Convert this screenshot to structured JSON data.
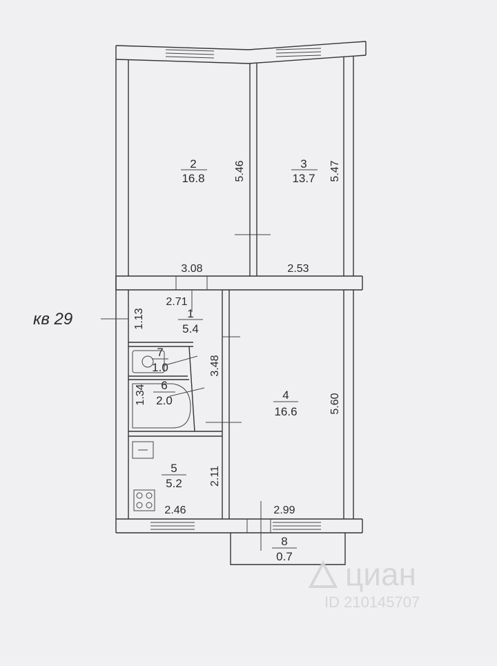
{
  "apartment_label": "кв 29",
  "rooms": [
    {
      "number": "2",
      "area": "16.8"
    },
    {
      "number": "3",
      "area": "13.7"
    },
    {
      "number": "1",
      "area": "5.4"
    },
    {
      "number": "7",
      "area": "1.0"
    },
    {
      "number": "6",
      "area": "2.0"
    },
    {
      "number": "4",
      "area": "16.6"
    },
    {
      "number": "5",
      "area": "5.2"
    },
    {
      "number": "8",
      "area": "0.7"
    }
  ],
  "dimensions": [
    "5.46",
    "5.47",
    "3.08",
    "2.53",
    "2.71",
    "1.13",
    "3.48",
    "1.34",
    "5.60",
    "2.11",
    "2.46",
    "2.99"
  ],
  "watermark": {
    "brand": "циан",
    "id": "ID 210145707"
  }
}
